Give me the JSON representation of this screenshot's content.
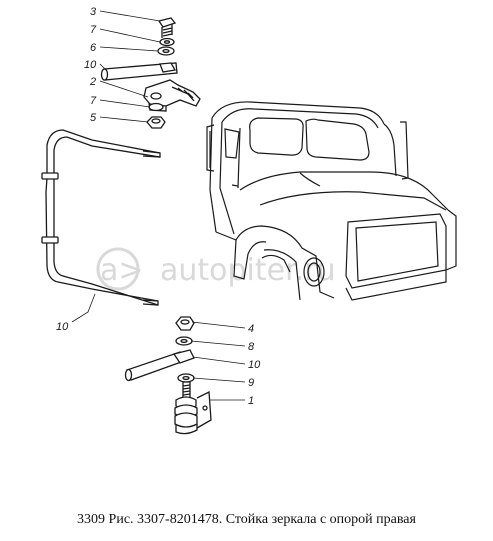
{
  "figure": {
    "caption": "3309 Рис. 3307-8201478. Стойка зеркала с опорой правая",
    "watermark": "autopiter.ru",
    "watermark_mark": "a>",
    "callouts": {
      "upper": [
        "3",
        "7",
        "6",
        "10",
        "2",
        "7",
        "5"
      ],
      "rod": "10",
      "lower": [
        "4",
        "8",
        "10",
        "9",
        "1"
      ]
    }
  },
  "colors": {
    "line": "#1a1a1a",
    "watermark": "#d9d9d9",
    "background": "#ffffff"
  }
}
